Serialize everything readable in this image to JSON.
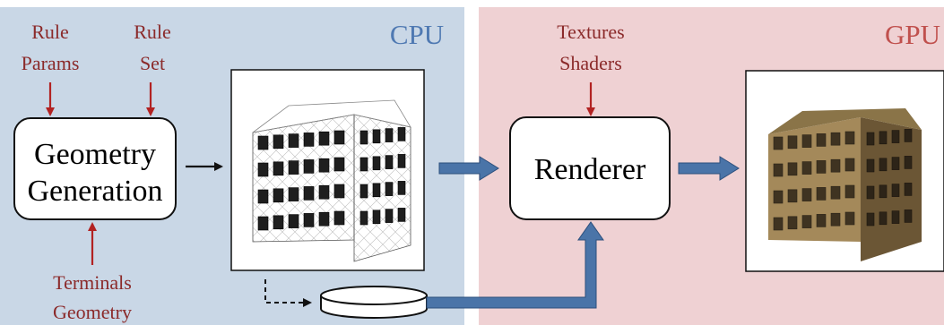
{
  "regions": {
    "cpu": {
      "label": "CPU",
      "color": "#c9d7e6",
      "label_color": "#4f79b2"
    },
    "gpu": {
      "label": "GPU",
      "color": "#efd1d3",
      "label_color": "#c0504d"
    }
  },
  "inputs": {
    "rule_params": [
      "Rule",
      "Params"
    ],
    "rule_set": [
      "Rule",
      "Set"
    ],
    "terminals_geometry": [
      "Terminals",
      "Geometry"
    ],
    "textures_shaders": [
      "Textures",
      "Shaders"
    ],
    "text_color": "#8b2a2a"
  },
  "boxes": {
    "geometry_generation": [
      "Geometry",
      "Generation"
    ],
    "renderer": [
      "Renderer"
    ]
  },
  "images": {
    "wireframe": "wireframe building",
    "textured": "textured building"
  },
  "colors": {
    "input_arrow": "#b22222",
    "pipe": "#4a74a8",
    "pipe_edge": "#2c4f7c",
    "building_tan": "#a4895a",
    "building_dark": "#6b5635"
  }
}
